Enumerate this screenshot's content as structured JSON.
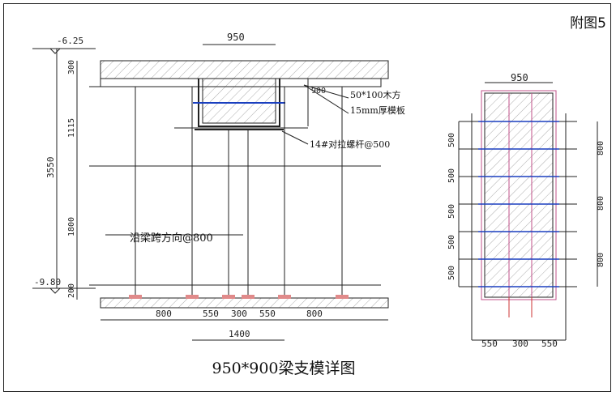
{
  "sheet_label": "附图5",
  "caption": "950*900梁支模详图",
  "elevations": {
    "top": "-6.25",
    "bottom": "-9.80"
  },
  "notes": {
    "timber": "50*100木方",
    "formwork": "15mm厚模板",
    "tie_bolt": "14#对拉螺杆@500",
    "span_direction": "沿梁跨方向@800"
  },
  "left_dims": {
    "beam_width": "950",
    "vertical": [
      "300",
      "1115",
      "1800",
      "200"
    ],
    "total_height": "3550",
    "beam_depth": "900",
    "bottom_spacing": [
      "800",
      "550",
      "300",
      "550",
      "800"
    ],
    "bottom_total": "1400"
  },
  "right_dims": {
    "beam_width": "950",
    "left_vertical": [
      "500",
      "500",
      "500",
      "500",
      "500"
    ],
    "right_vertical": [
      "800",
      "800",
      "800"
    ],
    "bottom_spacing": [
      "550",
      "300",
      "550"
    ]
  },
  "colors": {
    "line": "#222222",
    "bolt": "#1a3fbf",
    "pink": "#c0508a",
    "red": "#cc3333",
    "base": "#e08a8a"
  }
}
